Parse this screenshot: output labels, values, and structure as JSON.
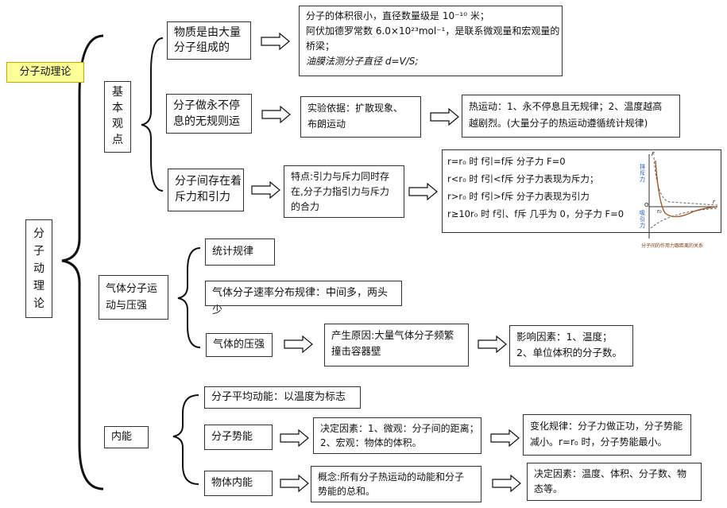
{
  "title": "分子动理论",
  "root": [
    "分",
    "子",
    "动",
    "理",
    "论"
  ],
  "sections": {
    "basic": {
      "label": [
        "基",
        "本",
        "观",
        "点"
      ],
      "matter": {
        "label": [
          "物质是由大量",
          "分子组成的"
        ],
        "detail": [
          "分子的体积很小，直径数量级是 10⁻¹⁰ 米；",
          "阿伏加德罗常数 6.0×10²³mol⁻¹，是联系微观量和宏观量的",
          "桥梁；",
          "油膜法测分子直径    d=V/S;"
        ]
      },
      "motion": {
        "label": [
          "分子做永不停",
          "息的无规则运"
        ],
        "evidence": [
          "实验依据：扩散现象、",
          "布朗运动"
        ],
        "thermal": [
          "热运动：1、永不停息且无规律；2、温度越高",
          "越剧烈。(大量分子的热运动遵循统计规律)"
        ]
      },
      "force": {
        "label": [
          "分子间存在着",
          "斥力和引力"
        ],
        "feature": [
          "特点:引力与斥力同时存",
          "在,分子力指引力与斥力",
          "的合力"
        ],
        "cases": [
          "r=r₀ 时 f引=f斥 分子力 F=0",
          "r<r₀ 时 f引<f斥 分子力表现为斥力；",
          "r>r₀ 时 f引>f斥 分子力表现为引力",
          "r≥10r₀ 时 f引、f斥 几乎为 0，分子力 F=0"
        ],
        "graph": {
          "repulsion": [
            "排",
            "斥",
            "力"
          ],
          "attraction": [
            "吸",
            "引",
            "力"
          ],
          "caption": "分子间的作用力跟距离的关系",
          "f_axis": "F",
          "r_axis": "r",
          "r0": "r₀",
          "origin": "O"
        }
      }
    },
    "gas": {
      "label": [
        "气体分子运",
        "动与压强"
      ],
      "statistics": "统计规律",
      "speed": "气体分子速率分布规律：中间多，两头少",
      "pressure": {
        "label": "气体的压强",
        "cause": [
          "产生原因:大量气体分子频繁",
          "撞击容器壁"
        ],
        "factors": [
          "影响因素：1、温度；",
          "2、单位体积的分子数。"
        ]
      }
    },
    "internal": {
      "label": "内能",
      "average": "分子平均动能：以温度为标志",
      "potential": {
        "label": "分子势能",
        "factors": [
          "决定因素：1、微观：分子间的距离；",
          "2、宏观：物体的体积。"
        ],
        "rule": [
          "变化规律：分子力做正功，分子势能",
          "减小。r=r₀ 时，分子势能最小。"
        ]
      },
      "total": {
        "label": "物体内能",
        "concept": [
          "概念:所有分子热运动的动能和分子",
          "势能的总和。"
        ],
        "factors": [
          "决定因素：温度、体积、分子数、物",
          "态等。"
        ]
      }
    }
  }
}
